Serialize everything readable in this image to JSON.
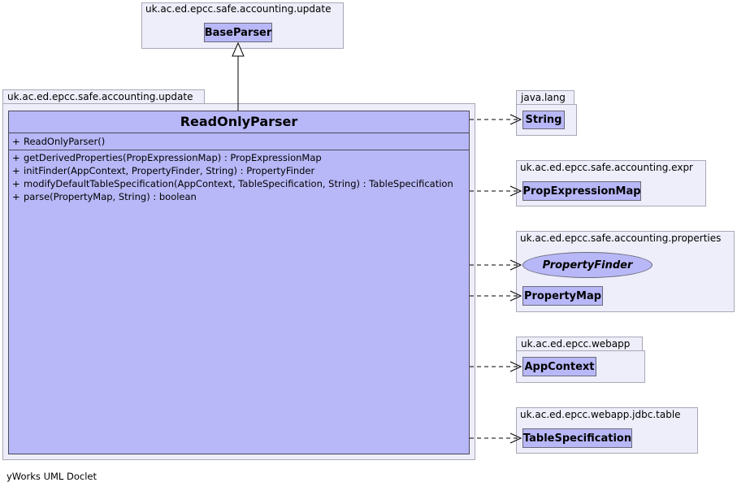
{
  "superclass_package": {
    "name": "uk.ac.ed.epcc.safe.accounting.update",
    "class": "BaseParser"
  },
  "main_package": {
    "name": "uk.ac.ed.epcc.safe.accounting.update"
  },
  "main_class": {
    "name": "ReadOnlyParser",
    "constructors": [
      {
        "visibility": "+",
        "signature": "ReadOnlyParser()"
      }
    ],
    "methods": [
      {
        "visibility": "+",
        "signature": "getDerivedProperties(PropExpressionMap) : PropExpressionMap"
      },
      {
        "visibility": "+",
        "signature": "initFinder(AppContext, PropertyFinder, String) : PropertyFinder"
      },
      {
        "visibility": "+",
        "signature": "modifyDefaultTableSpecification(AppContext, TableSpecification, String) : TableSpecification"
      },
      {
        "visibility": "+",
        "signature": "parse(PropertyMap, String) : boolean"
      }
    ]
  },
  "dependencies": [
    {
      "package": "java.lang",
      "types": [
        {
          "name": "String",
          "kind": "class"
        }
      ]
    },
    {
      "package": "uk.ac.ed.epcc.safe.accounting.expr",
      "types": [
        {
          "name": "PropExpressionMap",
          "kind": "class"
        }
      ]
    },
    {
      "package": "uk.ac.ed.epcc.safe.accounting.properties",
      "types": [
        {
          "name": "PropertyFinder",
          "kind": "interface"
        },
        {
          "name": "PropertyMap",
          "kind": "class"
        }
      ]
    },
    {
      "package": "uk.ac.ed.epcc.webapp",
      "types": [
        {
          "name": "AppContext",
          "kind": "class"
        }
      ]
    },
    {
      "package": "uk.ac.ed.epcc.webapp.jdbc.table",
      "types": [
        {
          "name": "TableSpecification",
          "kind": "class"
        }
      ]
    }
  ],
  "footer": "yWorks UML Doclet",
  "colors": {
    "package_fill": "#eeeefa",
    "class_fill": "#b8b8f8",
    "border": "#4a4a5a"
  }
}
